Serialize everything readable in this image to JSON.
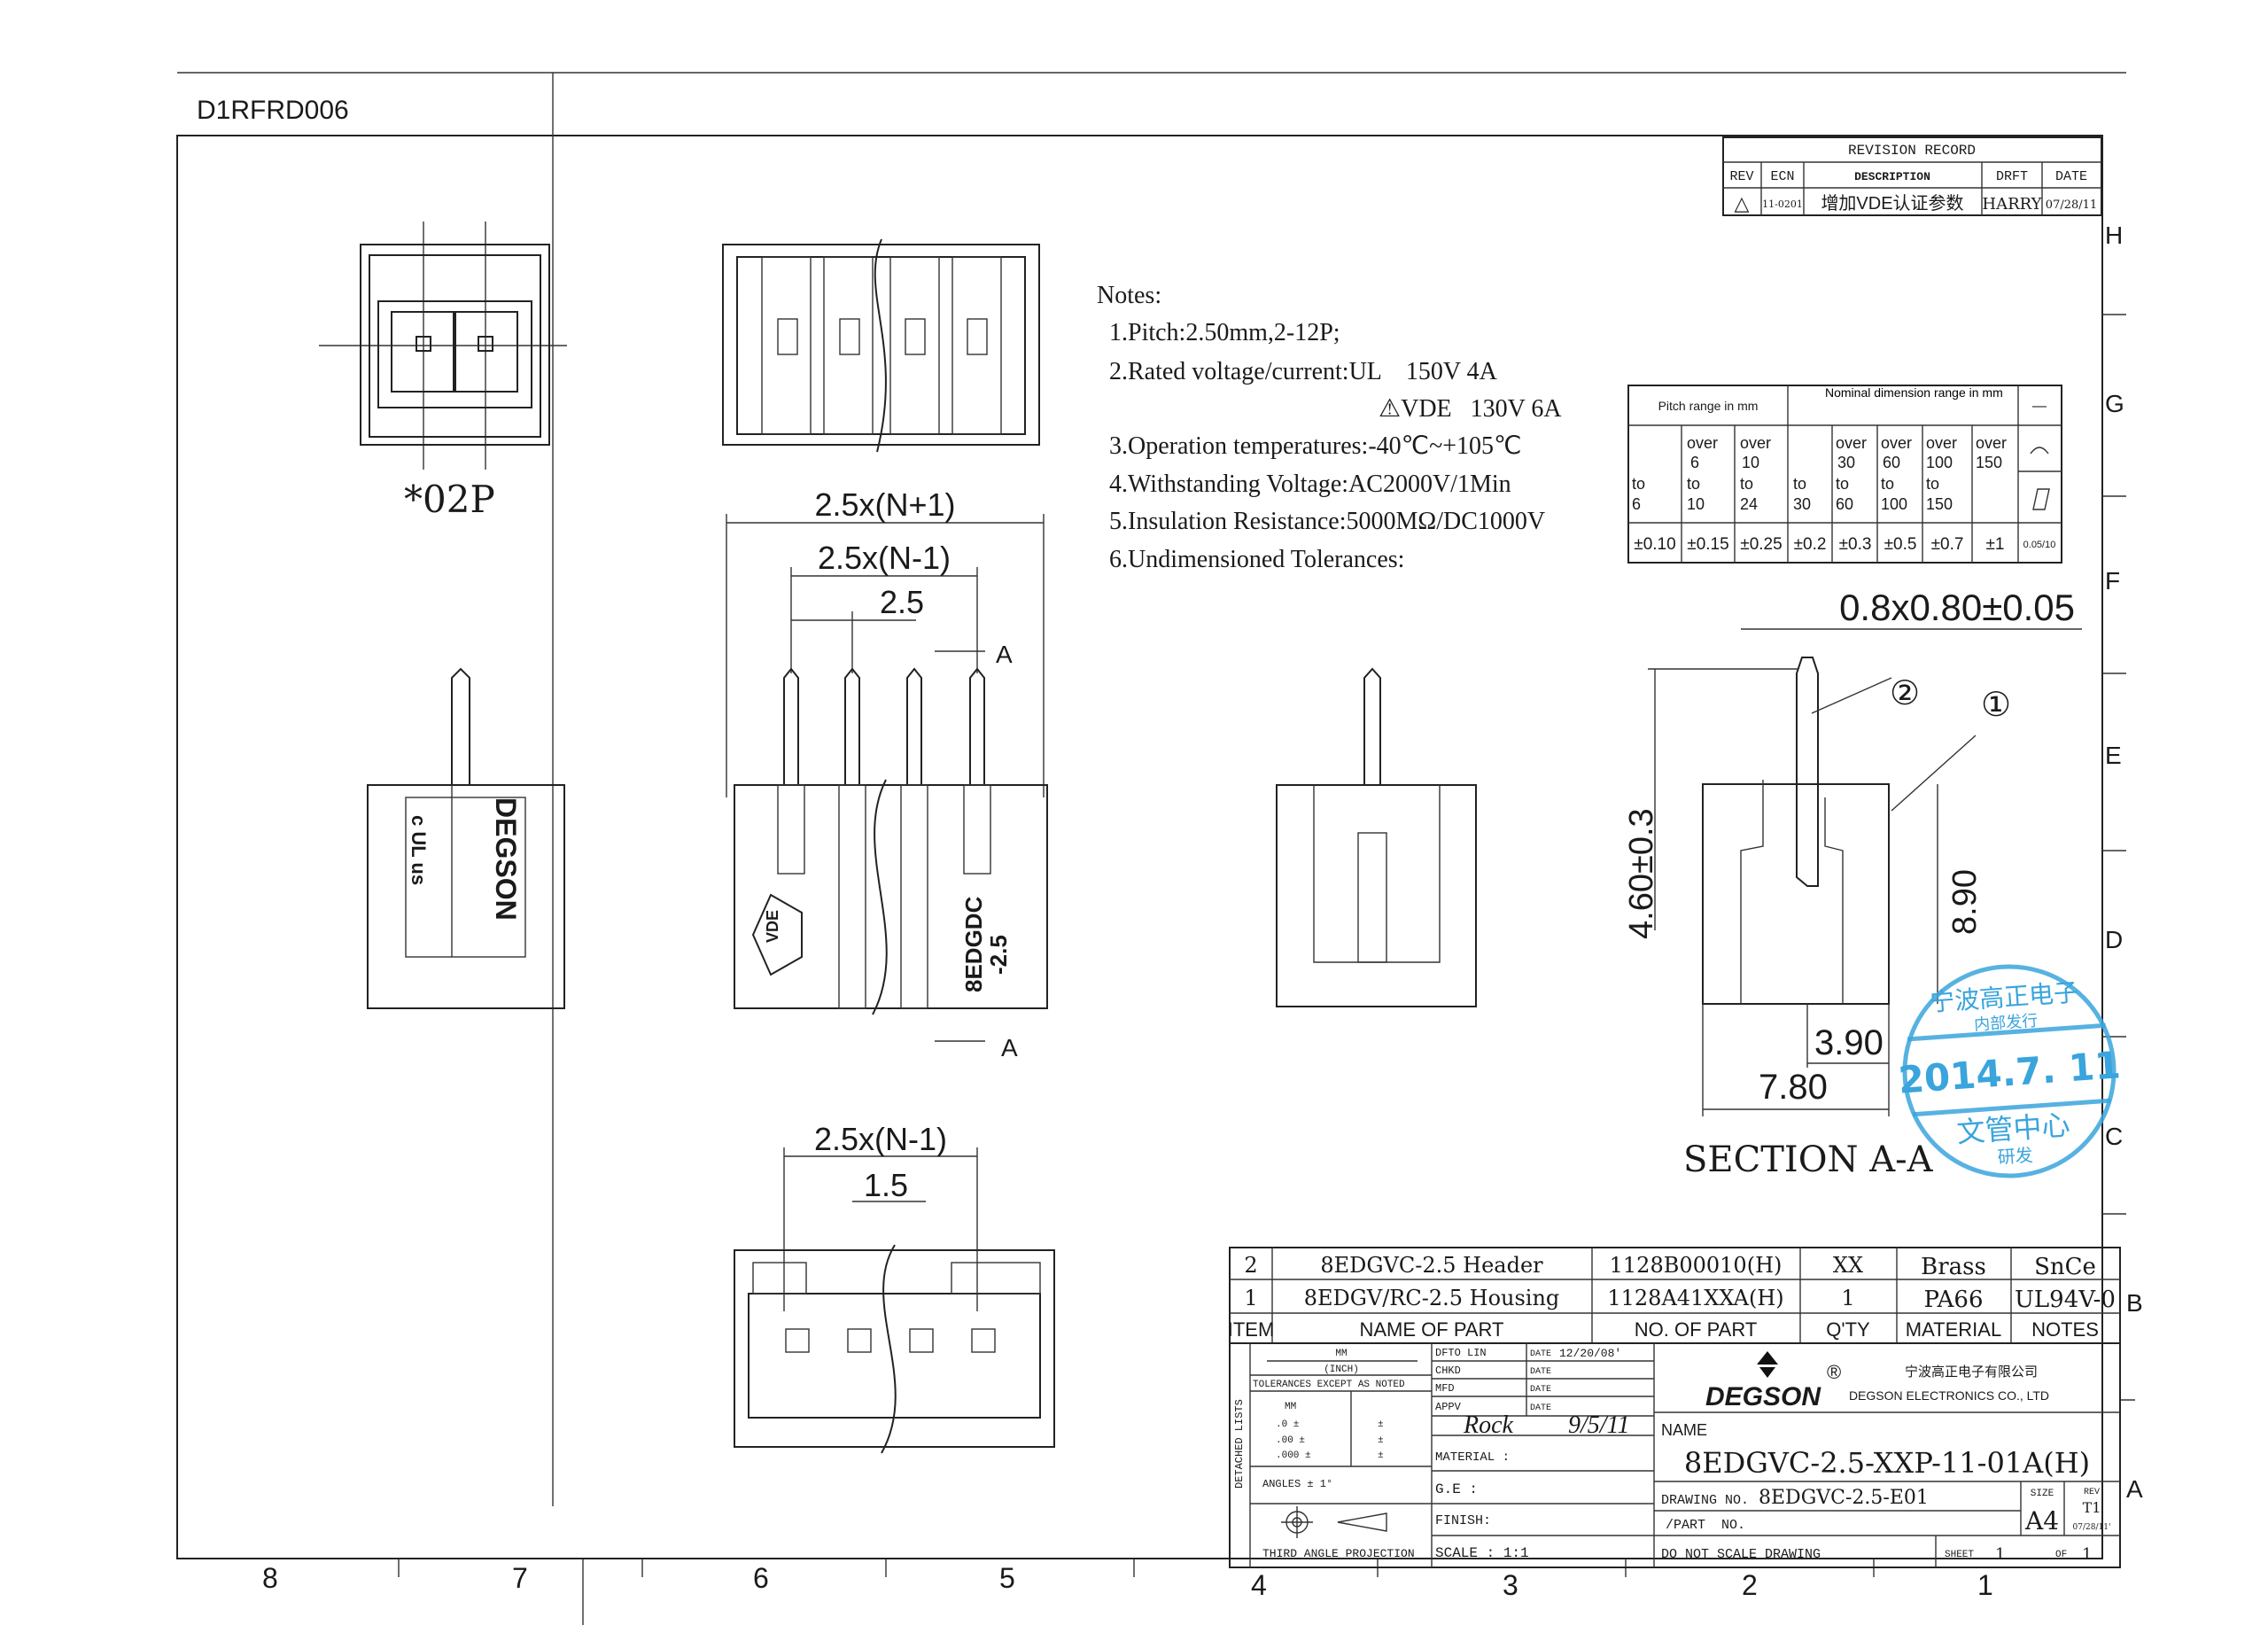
{
  "document_id": "D1RFRD006",
  "revision_record": {
    "title": "REVISION RECORD",
    "headers": [
      "REV",
      "ECN",
      "DESCRIPTION",
      "DRFT",
      "DATE"
    ],
    "rows": [
      {
        "rev": "△",
        "ecn": "11-0201",
        "description": "增加VDE认证参数",
        "drft": "HARRY",
        "date": "07/28/11"
      }
    ]
  },
  "notes": {
    "title": "Notes:",
    "items": [
      "1.Pitch:2.50mm,2-12P;",
      "2.Rated voltage/current:UL    150V 4A",
      "⚠VDE   130V 6A",
      "3.Operation temperatures:-40℃~+105℃",
      "4.Withstanding Voltage:AC2000V/1Min",
      "5.Insulation Resistance:5000MΩ/DC1000V",
      "6.Undimensioned Tolerances:"
    ]
  },
  "tolerance_table": {
    "pitch_header": "Pitch range in mm",
    "nominal_header": "Nominal dimension range in mm",
    "flat_symbol": "—",
    "ranges": [
      [
        "",
        "",
        "to",
        "6"
      ],
      [
        "over",
        "6",
        "to",
        "10"
      ],
      [
        "over",
        "10",
        "to",
        "24"
      ],
      [
        "",
        "",
        "to",
        "30"
      ],
      [
        "over",
        "30",
        "to",
        "60"
      ],
      [
        "over",
        "60",
        "to",
        "100"
      ],
      [
        "over",
        "100",
        "to",
        "150"
      ],
      [
        "over",
        "150",
        "",
        ""
      ]
    ],
    "values": [
      "±0.10",
      "±0.15",
      "±0.25",
      "±0.2",
      "±0.3",
      "±0.5",
      "±0.7",
      "±1"
    ],
    "geometric_value": "0.05/10"
  },
  "drawing": {
    "variant_label": "*02P",
    "dims": {
      "pitch_total": "2.5x(N+1)",
      "pitch_span": "2.5x(N-1)",
      "pitch": "2.5",
      "section_mark": "A",
      "bottom_span": "2.5x(N-1)",
      "bottom_pitch": "1.5",
      "pin_size": "0.8x0.80±0.05",
      "pin_height": "4.60±0.3",
      "body_height": "8.90",
      "pin_offset": "3.90",
      "body_depth": "7.80",
      "balloon_1": "①",
      "balloon_2": "②"
    },
    "section_title": "SECTION A-A",
    "marking_brand": "DEGSON",
    "marking_model": "8EDGDC",
    "marking_pitch": "-2.5",
    "marking_ul": "c UL us",
    "marking_vde": "VDE"
  },
  "border": {
    "zones_right": [
      "H",
      "G",
      "F",
      "E",
      "D",
      "C",
      "B",
      "A"
    ],
    "zones_bottom": [
      "8",
      "7",
      "6",
      "5",
      "4",
      "3",
      "2",
      "1"
    ]
  },
  "parts_list": {
    "headers": [
      "ITEM",
      "NAME OF PART",
      "NO. OF PART",
      "Q'TY",
      "MATERIAL",
      "NOTES"
    ],
    "rows": [
      {
        "item": "2",
        "name": "8EDGVC-2.5 Header",
        "part_no": "1128B00010(H)",
        "qty": "XX",
        "material": "Brass",
        "notes": "SnCe"
      },
      {
        "item": "1",
        "name": "8EDGV/RC-2.5 Housing",
        "part_no": "1128A41XXA(H)",
        "qty": "1",
        "material": "PA66",
        "notes": "UL94V-0"
      }
    ]
  },
  "title_block": {
    "detached_lists": "DETACHED LISTS",
    "units": "MM",
    "units_alt": "(INCH)",
    "tolerances_label": "TOLERANCES EXCEPT AS NOTED",
    "tol_mm": "MM",
    "tol_rows": [
      ".0 ±",
      ".00 ±",
      ".000 ±"
    ],
    "tol_plusminus": "±",
    "angles": "ANGLES ± 1°",
    "projection": "THIRD ANGLE PROJECTION",
    "dfto": "DFTO LIN",
    "chkd": "CHKD",
    "mfd": "MFD",
    "appv": "APPV",
    "date_label": "DATE",
    "dfto_date": "12/20/08'",
    "appv_date": "9/5/11",
    "signature": "Rock",
    "material": "MATERIAL :",
    "ge": "G.E :",
    "finish": "FINISH:",
    "scale": "SCALE : 1:1",
    "company_logo": "DEGSON",
    "registered": "®",
    "company_cn": "宁波高正电子有限公司",
    "company_en": "DEGSON ELECTRONICS CO., LTD",
    "name_label": "NAME",
    "name_value": "8EDGVC-2.5-XXP-11-01A(H)",
    "drawing_no_label": "DRAWING NO.",
    "drawing_no": "8EDGVC-2.5-E01",
    "part_no_label": "/PART  NO.",
    "size_label": "SIZE",
    "size": "A4",
    "rev_label": "REV",
    "rev": "T1",
    "rev_date": "07/28/11'",
    "no_scale": "DO NOT SCALE DRAWING",
    "sheet_label": "SHEET",
    "sheet": "1",
    "of_label": "OF",
    "of": "1"
  },
  "stamp": {
    "line1": "宁波高正电子",
    "line2": "内部发行",
    "date": "2014.7. 11",
    "line3": "文管中心",
    "line4": "研发",
    "color": "#3aa4dc"
  }
}
